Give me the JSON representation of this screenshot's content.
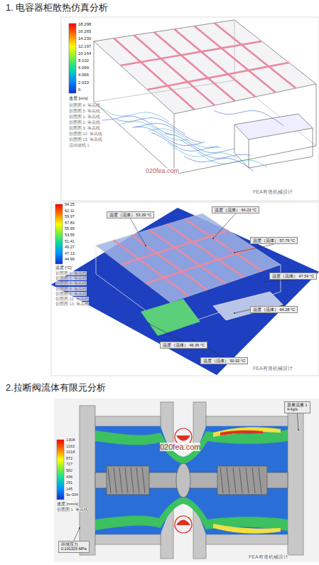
{
  "diagram": {
    "nodes": [
      {
        "text": [
          "温度（流体） 53.39 °C"
        ]
      },
      {
        "text": [
          "温度（流体） 64.23 °C"
        ]
      },
      {
        "text": [
          "温度（流体） 57.79 °C"
        ]
      },
      {
        "text": [
          "温度（流体） 47.54 °C"
        ]
      },
      {
        "text": [
          "温度（流体） 64.28 °C"
        ]
      },
      {
        "text": [
          "温度（流体） 46.36 °C"
        ]
      },
      {
        "text": [
          "温度（流体） 50.92 °C"
        ]
      },
      {
        "text": [
          "质量流量 1",
          "4.4g/s"
        ]
      },
      {
        "text": [
          "环境压力",
          "0.101325 MPa"
        ]
      }
    ],
    "labels": [
      "1. 电容器柜散热仿真分析",
      "18.298",
      "16.265",
      "14.230",
      "12.197",
      "10.164",
      "8.132",
      "6.099",
      "4.066",
      "2.033",
      "0",
      "速度 [m/s]",
      "切面图 4: 等高线",
      "切面图 5: 等高线",
      "切面图 1: 等高线",
      "切面图 2: 等高线",
      "切面图 3: 等高线",
      "切面图 12: 等高线",
      "切面图 13: 等高线",
      "流动迹线 1",
      "020fea.com",
      "FEA有道机械设计",
      "64.25",
      "62.11",
      "59.97",
      "57.83",
      "55.69",
      "53.55",
      "51.41",
      "49.27",
      "47.13",
      "44.99",
      "温度 [°C]",
      "切面图 1: 等高线",
      "切面图 2: 等高线",
      "切面图 3: 等高线",
      "切面图 4: 等高线",
      "切面图 5: 等高线",
      "切面图 12: 等高线",
      "切面图 13: 等高线",
      "FEA有道机械设计",
      "2.拉断阀流体有限元分析",
      "1308",
      "1163",
      "1018",
      "872",
      "727",
      "582",
      "436",
      "291",
      "145",
      "9e-004",
      "速度 [mm/s]",
      "切面图 1: 等高线",
      "020fea.com",
      "FEA有道机械设计"
    ]
  }
}
